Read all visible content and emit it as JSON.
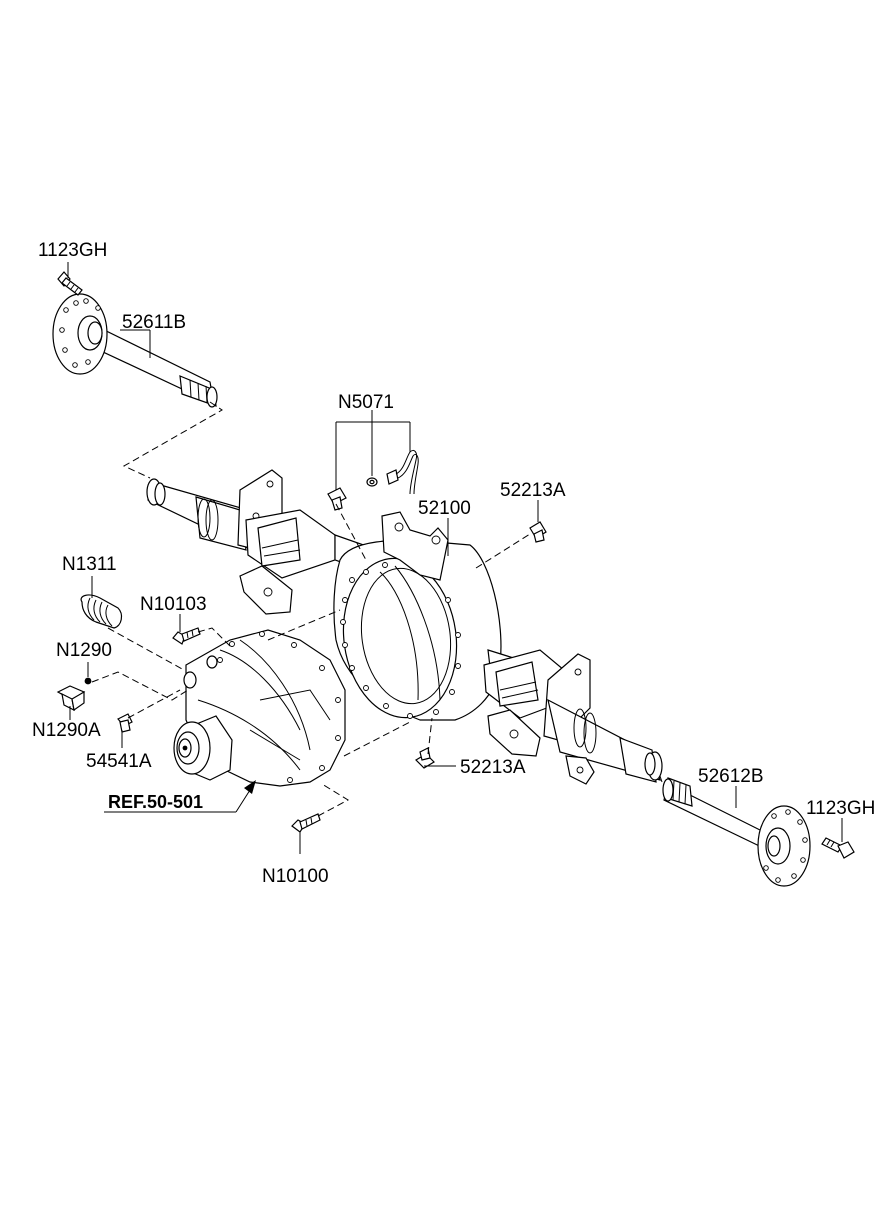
{
  "labels": {
    "bolt_top_left": "1123GH",
    "axle_shaft_left": "52611B",
    "breather_set": "N5071",
    "housing": "52100",
    "bolt_housing_right": "52213A",
    "bolt_housing_bottom": "52213A",
    "vent_cap": "N1311",
    "bolt_carrier_top": "N10103",
    "washer": "N1290",
    "plug": "N1290A",
    "pin": "54541A",
    "bolt_carrier_bottom": "N10100",
    "axle_shaft_right": "52612B",
    "bolt_right": "1123GH"
  },
  "reference": "REF.50-501",
  "colors": {
    "ink": "#000000",
    "paper": "#ffffff"
  }
}
